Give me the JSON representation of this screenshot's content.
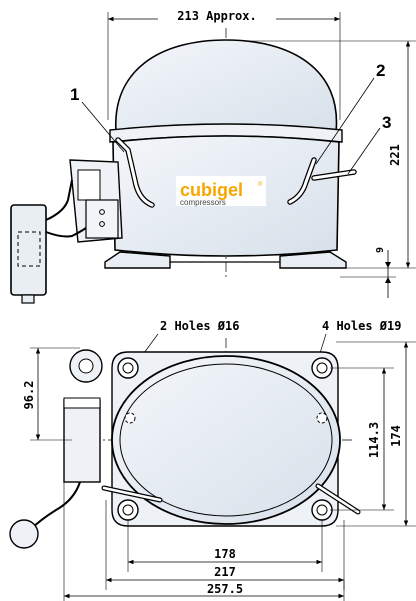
{
  "front_view": {
    "width_label": "213 Approx.",
    "height_label": "221",
    "foot_label": "9",
    "callouts": [
      "1",
      "2",
      "3"
    ]
  },
  "logo": {
    "name": "cubigel",
    "tagline": "compressors",
    "mark": "®",
    "color": "#f7a600"
  },
  "bottom_view": {
    "holes_small_label": "2 Holes Ø16",
    "holes_large_label": "4 Holes Ø19",
    "offset_label": "96.2",
    "inner_height_label": "114.3",
    "outer_height_label": "174",
    "inner_width_label": "178",
    "mid_width_label": "217",
    "outer_width_label": "257.5"
  }
}
